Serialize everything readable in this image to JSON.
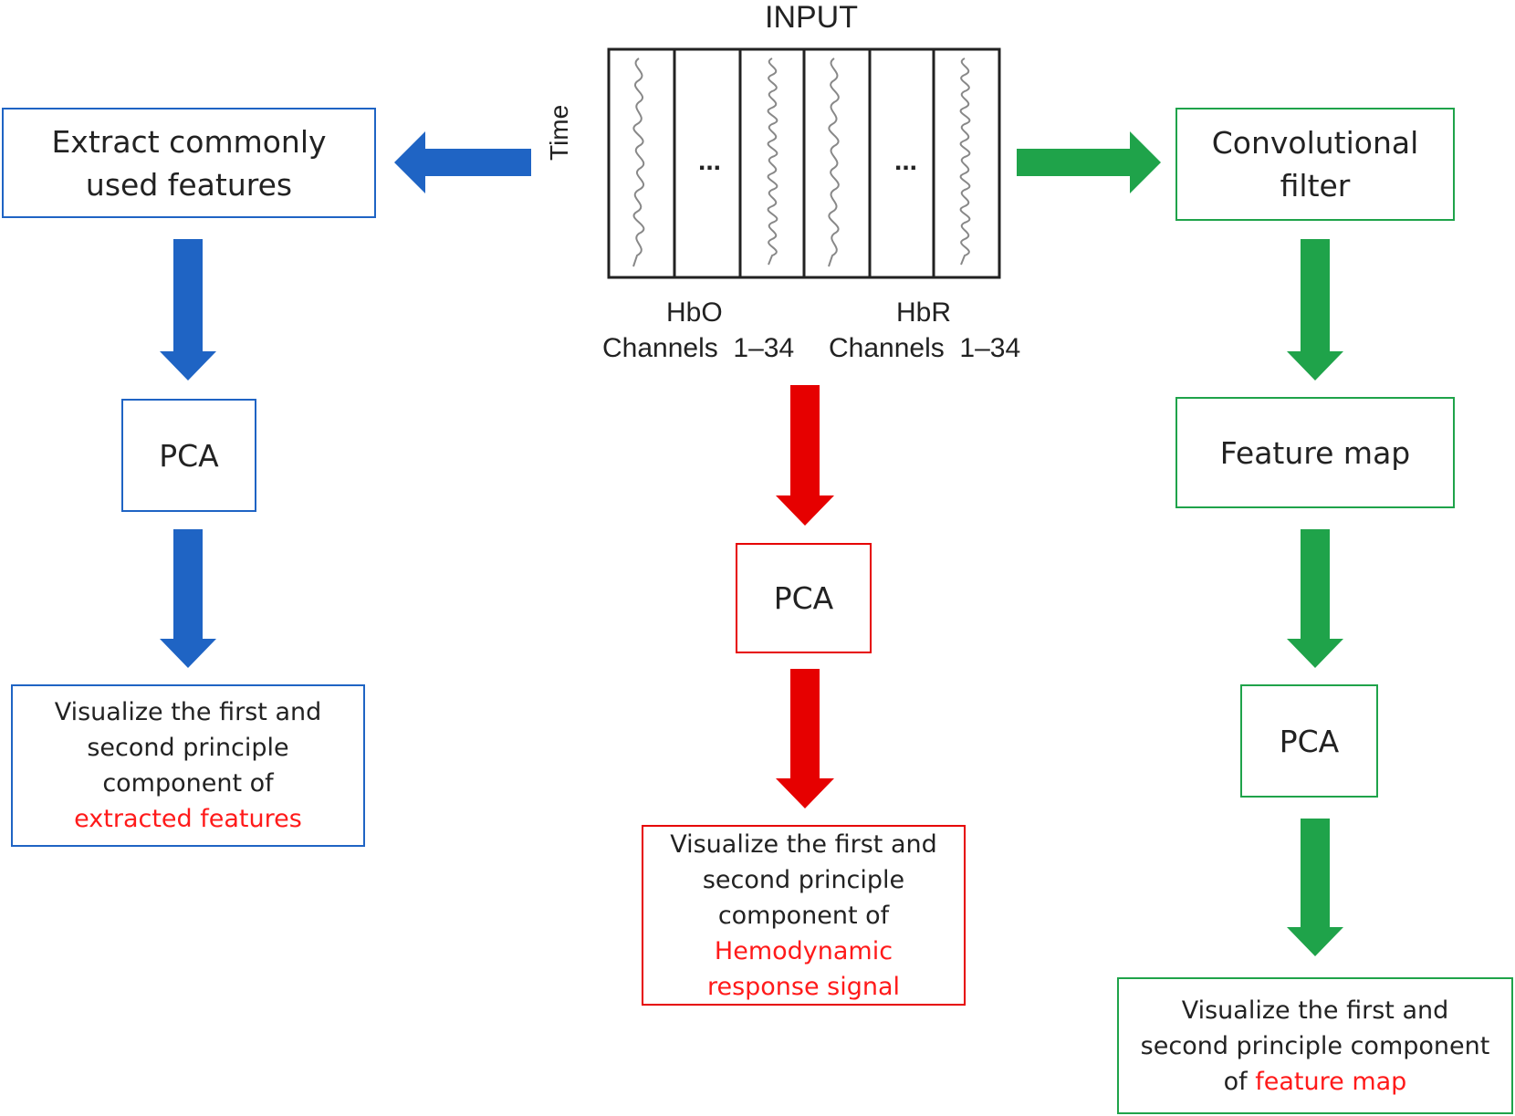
{
  "colors": {
    "blue": "#1f64c4",
    "red": "#e60000",
    "green": "#1fa34a",
    "highlight": "#ff1a1a"
  },
  "input": {
    "title": "INPUT",
    "time_label": "Time",
    "ellipsis": "...",
    "hbo_label": "HbO",
    "hbo_channels": "Channels  1–34",
    "hbr_label": "HbR",
    "hbr_channels": "Channels  1–34"
  },
  "left_branch": {
    "extract_line1": "Extract commonly",
    "extract_line2": "used features",
    "pca": "PCA",
    "viz_line1": "Visualize the first and",
    "viz_line2": "second principle",
    "viz_line3": "component of",
    "viz_highlight": "extracted features"
  },
  "middle_branch": {
    "pca": "PCA",
    "viz_line1": "Visualize the first and",
    "viz_line2": "second principle",
    "viz_line3": "component of",
    "viz_highlight1": "Hemodynamic",
    "viz_highlight2": "response signal"
  },
  "right_branch": {
    "conv_line1": "Convolutional",
    "conv_line2": "filter",
    "feature_map": "Feature map",
    "pca": "PCA",
    "viz_line1": "Visualize the first and",
    "viz_line2": "second principle component",
    "viz_prefix": "of ",
    "viz_highlight": "feature map"
  }
}
